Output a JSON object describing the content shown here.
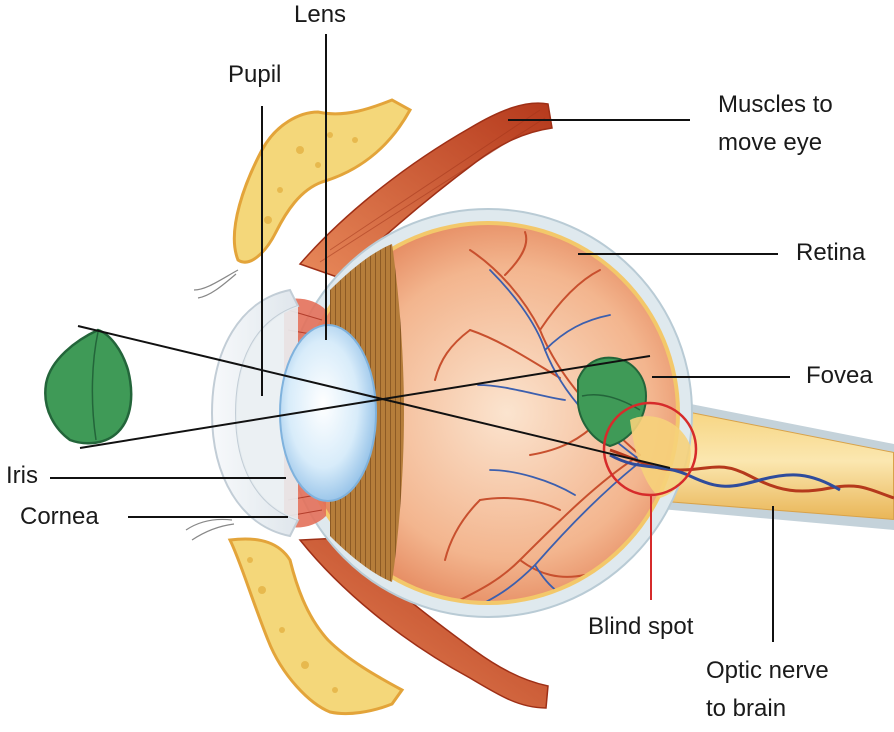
{
  "labels": {
    "lens": "Lens",
    "pupil": "Pupil",
    "muscles": "Muscles to",
    "muscles_2": "move eye",
    "retina": "Retina",
    "fovea": "Fovea",
    "iris": "Iris",
    "cornea": "Cornea",
    "blind_spot": "Blind spot",
    "optic_nerve": "Optic nerve",
    "optic_nerve_2": "to brain"
  },
  "colors": {
    "leaf": "#3f9a57",
    "leaf_dark": "#23653a",
    "blind_spot_marker": "#d62b2b",
    "eyeball_inner": "#f3b58e",
    "sclera": "#dfe9ee",
    "muscle": "#c95332",
    "bone": "#f4d77a",
    "artery": "#c8502e",
    "vein": "#3c5fae"
  }
}
